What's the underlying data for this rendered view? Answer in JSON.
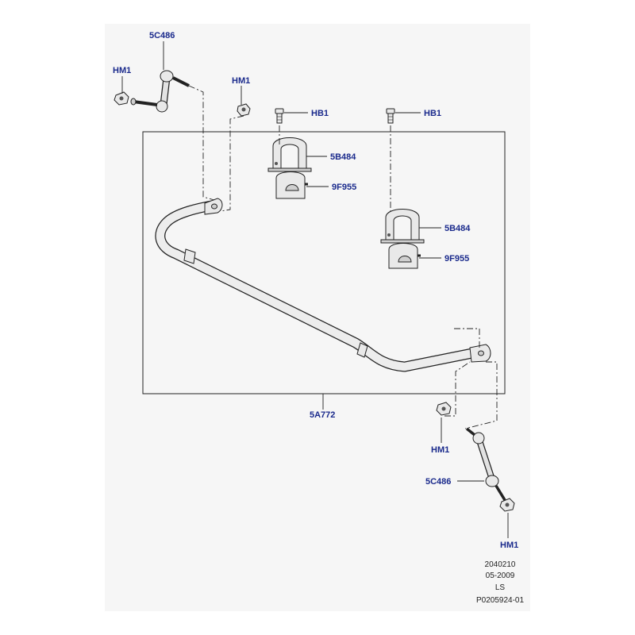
{
  "callouts": {
    "link_top": "5C486",
    "nut_top_left": "HM1",
    "nut_top_mid": "HM1",
    "bolt_left": "HB1",
    "bolt_right": "HB1",
    "bracket_left": "5B484",
    "bush_left": "9F955",
    "bracket_right": "5B484",
    "bush_right": "9F955",
    "bar": "5A772",
    "nut_bottom_mid": "HM1",
    "link_bottom": "5C486",
    "nut_bottom_right": "HM1"
  },
  "meta": {
    "line1": "2040210",
    "line2": "05-2009",
    "line3": "LS",
    "line4": "P0205924-01"
  }
}
